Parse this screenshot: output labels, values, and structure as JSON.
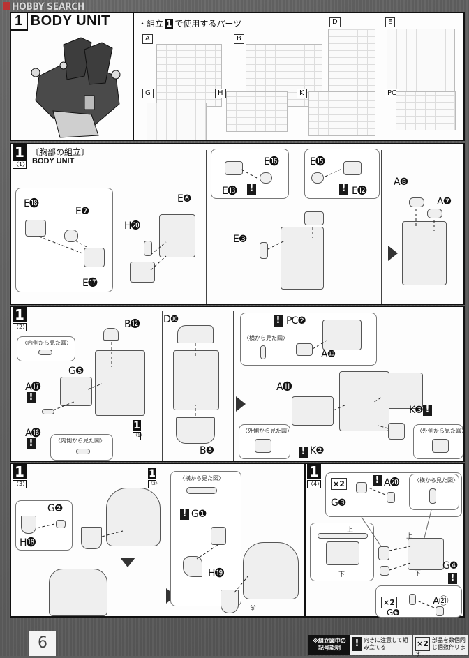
{
  "watermark": "HOBBY SEARCH",
  "unit": {
    "number": "1",
    "title": "BODY UNIT"
  },
  "parts_list": {
    "heading": "・組立",
    "heading_step": "1",
    "heading_suffix": "で使用するパーツ",
    "sheets": [
      "A",
      "B",
      "D",
      "E",
      "G",
      "H",
      "K",
      "PC"
    ]
  },
  "steps": [
    {
      "number": "1",
      "sub": "〈1〉",
      "title_jp": "〔胸部の組立〕",
      "title_en": "BODY UNIT",
      "labels": [
        "E⓲",
        "E❼",
        "E⓱",
        "H⓴",
        "E❻",
        "E⓰",
        "E⓭",
        "E⓯",
        "E⓬",
        "E❸",
        "A❽",
        "A❼"
      ]
    },
    {
      "number": "1",
      "sub": "〈2〉",
      "labels": [
        "B⓬",
        "G❺",
        "A⓱",
        "A⓰",
        "D❿",
        "B❺",
        "PC❷",
        "A❿",
        "A⓫",
        "K❸",
        "K❷"
      ],
      "ref_step": {
        "number": "1",
        "sub": "〈1〉"
      },
      "view_inside": "〈内側から見た図〉",
      "view_side": "〈横から見た図〉",
      "view_outside": "〈外側から見た図〉"
    },
    {
      "number": "1",
      "sub": "〈3〉",
      "labels": [
        "G❷",
        "H⓲",
        "G❶",
        "H⓳"
      ],
      "ref_step": {
        "number": "1",
        "sub": "〈2〉"
      },
      "view_side": "〈横から見た図〉",
      "front": "前"
    },
    {
      "number": "1",
      "sub": "〈4〉",
      "labels": [
        "A⓴",
        "G❸",
        "G❹",
        "A㉑",
        "G❻"
      ],
      "multiplier": "×2",
      "view_side": "〈横から見た図〉",
      "up": "上",
      "down": "下"
    }
  ],
  "footer": {
    "page_number": "6",
    "legend_title": "※組立図中の記号説明",
    "legend_warn_icon": "!",
    "legend_warn_text": "向きに注意して組み立てる",
    "legend_x2_icon": "×2",
    "legend_x2_text": "部品を数個同じ個数作ります"
  }
}
